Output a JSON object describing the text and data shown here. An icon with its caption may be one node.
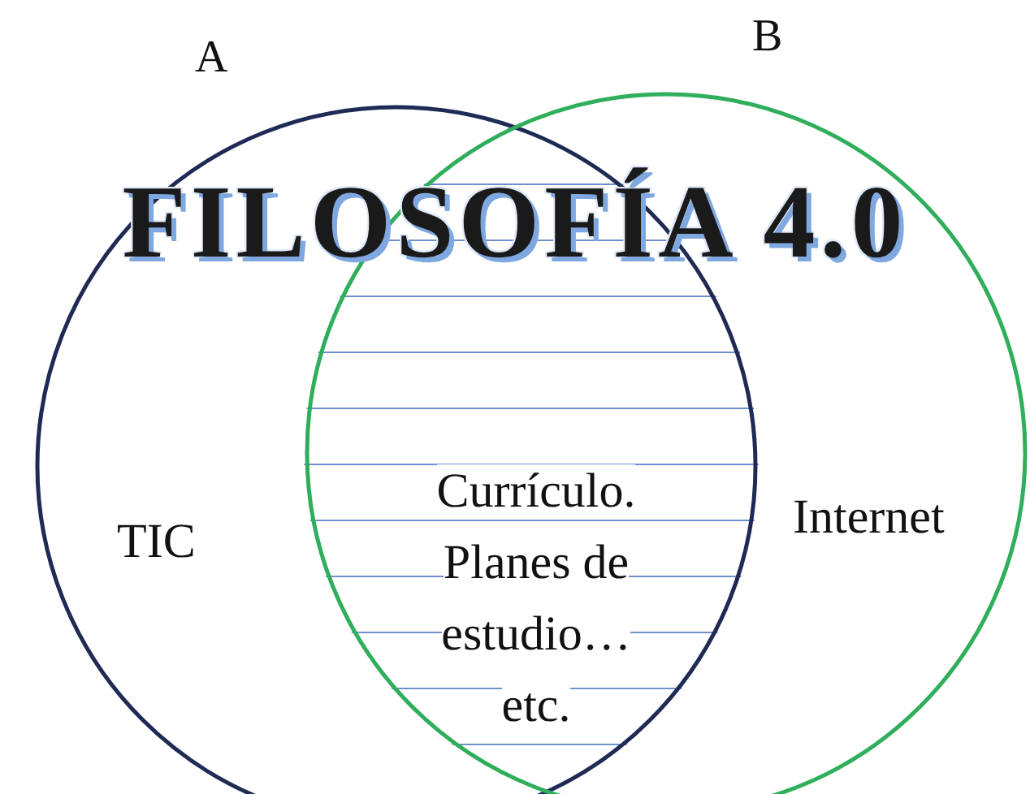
{
  "diagram": {
    "title": "FILOSOFÍA 4.0",
    "nodes": [
      {
        "text": [
          "A",
          "TIC"
        ]
      },
      {
        "text": [
          "B",
          "Internet"
        ]
      },
      {
        "text": [
          "Currículo. Planes de estudio… etc."
        ]
      }
    ]
  }
}
